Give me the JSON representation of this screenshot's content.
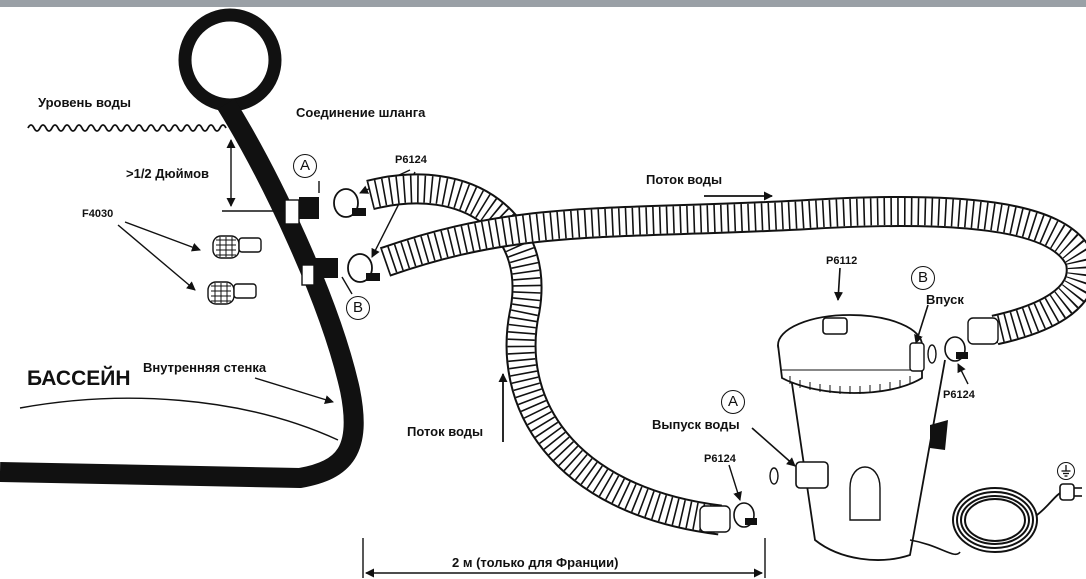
{
  "labels": {
    "water_level": "Уровень воды",
    "hose_connection": "Соединение шланга",
    "half_inch": ">1/2 Дюймов",
    "strainer_part": "F4030",
    "clamp_part_top": "P6124",
    "clamp_part_right": "P6124",
    "clamp_part_bottom": "P6124",
    "pump_part": "P6112",
    "flow_top": "Поток воды",
    "flow_left": "Поток воды",
    "pool": "БАССЕЙН",
    "inner_wall": "Внутренняя стенка",
    "inlet": "Впуск",
    "outlet": "Выпуск воды",
    "length_france": "2 м (только для Франции)"
  },
  "markers": {
    "a_top": "A",
    "b_left": "B",
    "b_pump": "B",
    "a_pump": "A"
  },
  "icons": [
    "ground-symbol-icon",
    "power-plug-icon",
    "hose-clamp-icon",
    "strainer-icon",
    "filter-pump-icon",
    "coiled-cord-icon"
  ],
  "colors": {
    "ink": "#111111",
    "topbar": "#9aa0a6",
    "background": "#ffffff"
  }
}
